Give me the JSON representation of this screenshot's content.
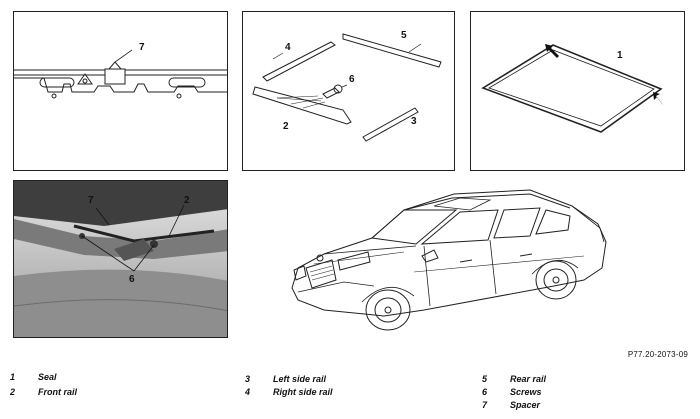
{
  "figure_code": "P77.20-2073-09",
  "callouts": {
    "panel_spacer": {
      "spacer": "7"
    },
    "panel_parts": {
      "left_side_rail": "4",
      "rear_rail": "5",
      "screws": "6",
      "front_rail": "2",
      "right_side_rail": "3"
    },
    "panel_seal": {
      "seal": "1"
    },
    "panel_photo": {
      "spacer": "7",
      "front_rail": "2",
      "screws": "6"
    }
  },
  "legend": [
    {
      "num": "1",
      "label": "Seal"
    },
    {
      "num": "2",
      "label": "Front rail"
    },
    {
      "num": "3",
      "label": "Left side rail"
    },
    {
      "num": "4",
      "label": "Right side rail"
    },
    {
      "num": "5",
      "label": "Rear rail"
    },
    {
      "num": "6",
      "label": "Screws"
    },
    {
      "num": "7",
      "label": "Spacer"
    }
  ]
}
